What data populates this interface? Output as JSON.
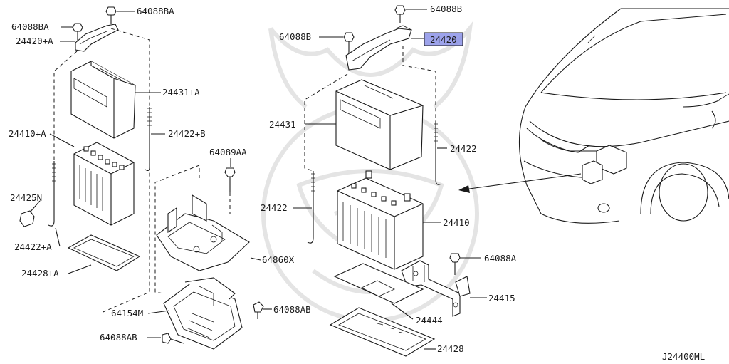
{
  "diagram_code": "J24400ML",
  "highlight_color": "#8c93e8",
  "labels": {
    "p64088BA": "64088BA",
    "p64088BA_2": "64088BA",
    "p24420A": "24420+A",
    "p24431A": "24431+A",
    "p24422B": "24422+B",
    "p24410A": "24410+A",
    "p24425N": "24425N",
    "p24422A": "24422+A",
    "p24428A": "24428+A",
    "p64089AA": "64089AA",
    "p64860X": "64860X",
    "p64154M": "64154M",
    "p64088AB": "64088AB",
    "p64088AB_2": "64088AB",
    "p64088B": "64088B",
    "p64088B_2": "64088B",
    "p24420": "24420",
    "p24431": "24431",
    "p24422": "24422",
    "p24422_2": "24422",
    "p24410": "24410",
    "p64088A": "64088A",
    "p24415": "24415",
    "p24444": "24444",
    "p24428": "24428"
  }
}
